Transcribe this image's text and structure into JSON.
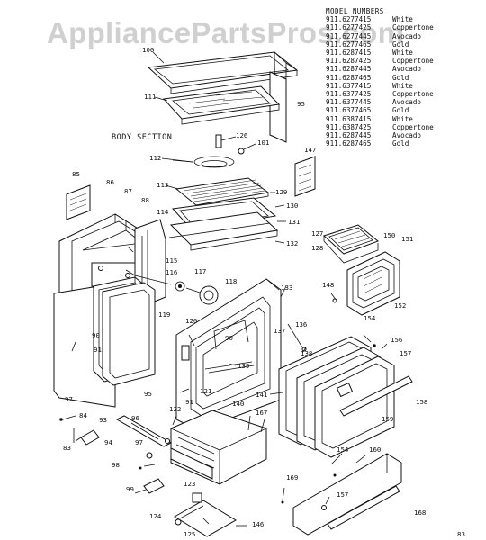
{
  "watermark": "AppliancePartsPros.com",
  "models_header": "MODEL NUMBERS",
  "models": [
    {
      "number": "911.6277415",
      "color": "White"
    },
    {
      "number": "911.6277425",
      "color": "Coppertone"
    },
    {
      "number": "911.6277445",
      "color": "Avocado"
    },
    {
      "number": "911.6277465",
      "color": "Gold"
    },
    {
      "number": "911.6287415",
      "color": "White"
    },
    {
      "number": "911.6287425",
      "color": "Coppertone"
    },
    {
      "number": "911.6287445",
      "color": "Avocado"
    },
    {
      "number": "911.6287465",
      "color": "Gold"
    },
    {
      "number": "911.6377415",
      "color": "White"
    },
    {
      "number": "911.6377425",
      "color": "Coppertone"
    },
    {
      "number": "911.6377445",
      "color": "Avocado"
    },
    {
      "number": "911.6377465",
      "color": "Gold"
    },
    {
      "number": "911.6387415",
      "color": "White"
    },
    {
      "number": "911.6387425",
      "color": "Coppertone"
    },
    {
      "number": "911.6287445",
      "color": "Avocado"
    },
    {
      "number": "911.6287465",
      "color": "Gold"
    }
  ],
  "section_title": "BODY SECTION",
  "page_number": "83",
  "part_numbers": {
    "p100": "100",
    "p111": "111",
    "p95a": "95",
    "p126": "126",
    "p101": "101",
    "p147": "147",
    "p112": "112",
    "p85": "85",
    "p86": "86",
    "p87": "87",
    "p88": "88",
    "p114": "114",
    "p113": "113",
    "p129": "129",
    "p130": "130",
    "p131": "131",
    "p132": "132",
    "p127": "127",
    "p128": "128",
    "p150": "150",
    "p151": "151",
    "p115": "115",
    "p116": "116",
    "p117": "117",
    "p118": "118",
    "p133": "133",
    "p148": "148",
    "p152": "152",
    "p119": "119",
    "p120": "120",
    "p137": "137",
    "p136": "136",
    "p154a": "154",
    "p90a": "90",
    "p90b": "90",
    "p91a": "91",
    "p139": "139",
    "p138": "138",
    "p156": "156",
    "p157a": "157",
    "p95b": "95",
    "p121": "121",
    "p97a": "97",
    "p141": "141",
    "p158": "158",
    "p159": "159",
    "p122": "122",
    "p91b": "91",
    "p140": "140",
    "p167": "167",
    "p84": "84",
    "p93": "93",
    "p96": "96",
    "p83": "83",
    "p94": "94",
    "p97b": "97",
    "p154b": "154",
    "p160": "160",
    "p98": "98",
    "p169": "169",
    "p157b": "157",
    "p99": "99",
    "p123": "123",
    "p168": "168",
    "p124": "124",
    "p146": "146",
    "p125": "125"
  }
}
